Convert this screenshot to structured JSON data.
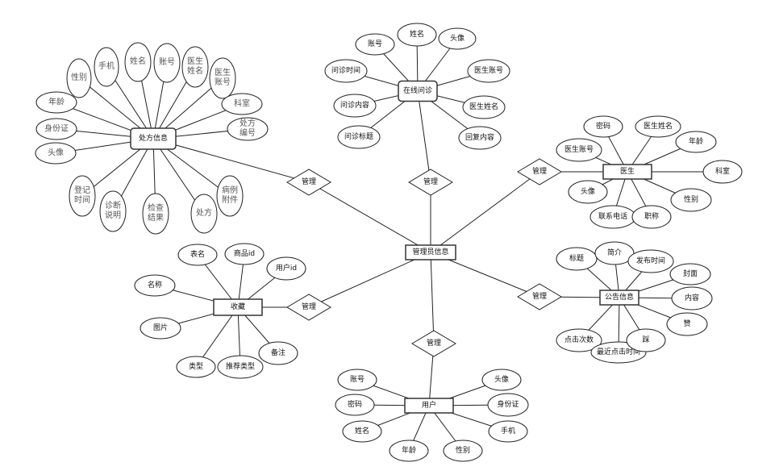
{
  "entities": {
    "prescription": {
      "label": "处方信息",
      "attrs": [
        "性别",
        "手机",
        "姓名",
        "账号",
        "医生姓名",
        "医生账号",
        "年龄",
        "身份证",
        "头像",
        "科室",
        "处方编号",
        "登记时间",
        "诊断说明",
        "检查结果",
        "处方",
        "病例附件"
      ]
    },
    "consultation": {
      "label": "在线问诊",
      "attrs": [
        "账号",
        "姓名",
        "头像",
        "问诊时间",
        "医生账号",
        "问诊内容",
        "医生姓名",
        "问诊标题",
        "回复内容"
      ]
    },
    "doctor": {
      "label": "医生",
      "attrs": [
        "密码",
        "医生姓名",
        "年龄",
        "医生账号",
        "科室",
        "头像",
        "性别",
        "联系电话",
        "职称"
      ]
    },
    "notice": {
      "label": "公告信息",
      "attrs": [
        "标题",
        "简介",
        "发布时间",
        "封面",
        "内容",
        "赞",
        "点击次数",
        "最近点击时间",
        "踩"
      ]
    },
    "favorite": {
      "label": "收藏",
      "attrs": [
        "表名",
        "商品id",
        "用户id",
        "名称",
        "图片",
        "类型",
        "推荐类型",
        "备注"
      ]
    },
    "user": {
      "label": "用户",
      "attrs": [
        "账号",
        "密码",
        "姓名",
        "年龄",
        "性别",
        "头像",
        "身份证",
        "手机"
      ]
    },
    "admin": {
      "label": "管理员信息"
    }
  },
  "relationship_label": "管理"
}
